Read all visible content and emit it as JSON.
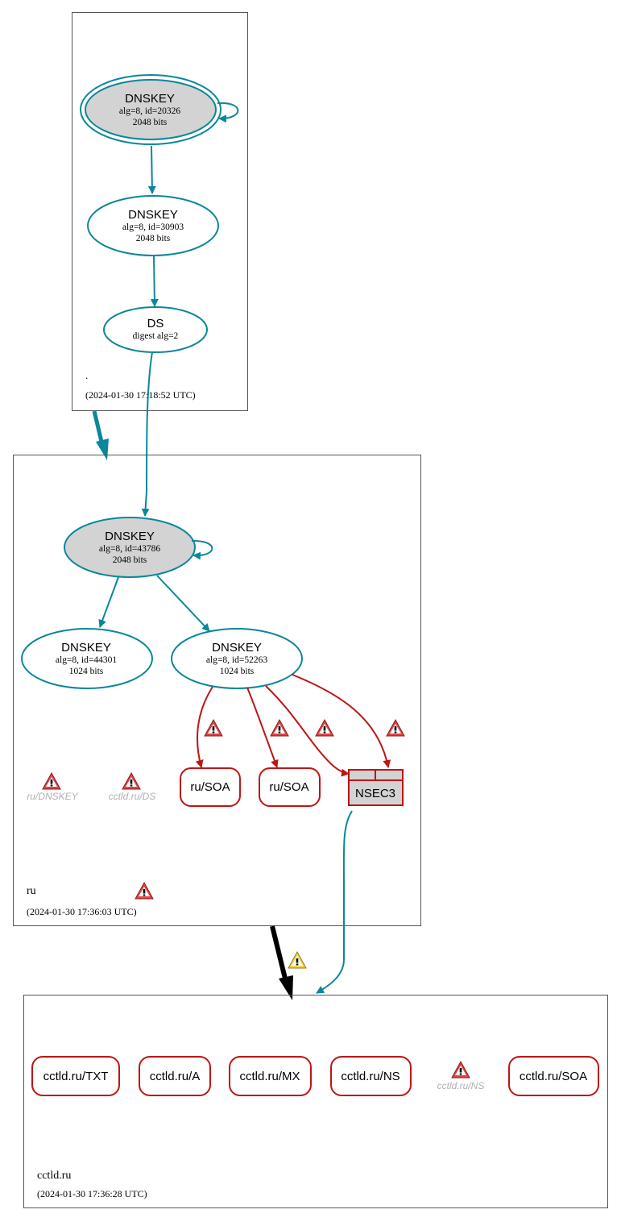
{
  "colors": {
    "secure": "#0a879a",
    "bogus": "#be1515",
    "key_fill": "#d3d3d3",
    "zone_border": "#555555",
    "muted_text": "#b0b0b0",
    "delegation_insecure": "#000000",
    "warning_yellow": "#f4d64b",
    "warning_red": "#e04444"
  },
  "zones": {
    "root": {
      "name": ".",
      "timestamp": "(2024-01-30 17:18:52 UTC)",
      "nodes": {
        "ksk": {
          "title": "DNSKEY",
          "line1": "alg=8, id=20326",
          "line2": "2048 bits"
        },
        "zsk": {
          "title": "DNSKEY",
          "line1": "alg=8, id=30903",
          "line2": "2048 bits"
        },
        "ds": {
          "title": "DS",
          "line1": "digest alg=2"
        }
      }
    },
    "ru": {
      "name": "ru",
      "timestamp": "(2024-01-30 17:36:03 UTC)",
      "nodes": {
        "ksk": {
          "title": "DNSKEY",
          "line1": "alg=8, id=43786",
          "line2": "2048 bits"
        },
        "zsk1": {
          "title": "DNSKEY",
          "line1": "alg=8, id=44301",
          "line2": "1024 bits"
        },
        "zsk2": {
          "title": "DNSKEY",
          "line1": "alg=8, id=52263",
          "line2": "1024 bits"
        },
        "soa1": "ru/SOA",
        "soa2": "ru/SOA",
        "nsec3": "NSEC3",
        "missing_dnskey": "ru/DNSKEY",
        "missing_ds": "cctld.ru/DS"
      }
    },
    "cctld": {
      "name": "cctld.ru",
      "timestamp": "(2024-01-30 17:36:28 UTC)",
      "nodes": {
        "txt": "cctld.ru/TXT",
        "a": "cctld.ru/A",
        "mx": "cctld.ru/MX",
        "ns": "cctld.ru/NS",
        "missing_ns": "cctld.ru/NS",
        "soa": "cctld.ru/SOA"
      }
    }
  }
}
